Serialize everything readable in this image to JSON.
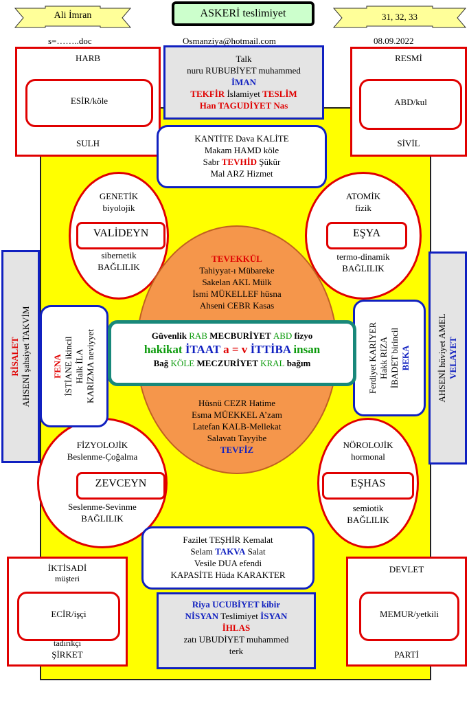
{
  "header": {
    "left_ribbon": "Ali İmran",
    "title": "ASKERİ teslimiyet",
    "right_ribbon": "31, 32, 33",
    "file": "s=……..doc",
    "email": "Osmanziya@hotmail.com",
    "date": "08.09.2022"
  },
  "corners": {
    "top_left": {
      "top": "HARB",
      "inner": "ESİR/köle",
      "bottom": "SULH"
    },
    "top_right": {
      "top": "RESMİ",
      "inner": "ABD/kul",
      "bottom": "SİVİL"
    },
    "bottom_left": {
      "top": "İKTİSADİ",
      "top2": "müşteri",
      "inner": "ECİR/işçi",
      "bottom": "tadırıkçı",
      "bottom2": "ŞİRKET"
    },
    "bottom_right": {
      "top": "DEVLET",
      "inner": "MEMUR/yetkili",
      "bottom": "PARTİ"
    }
  },
  "top_box": {
    "l1": "Talk",
    "l2": "nuru RUBUBİYET muhammed",
    "l3": "İMAN",
    "l4a": "TEKFİR",
    "l4b": " İslamiyet ",
    "l4c": "TESLİM",
    "l5": "Han TAGUDİYET Nas"
  },
  "second_box": {
    "l1": "KANTİTE   Dava KALİTE",
    "l2": "Makam HAMD köle",
    "l3a": "Sabr ",
    "l3b": "TEVHİD",
    "l3c": "  Şükür",
    "l4": "Mal ARZ Hizmet"
  },
  "ellipses": {
    "tl": {
      "l1": "GENETİK",
      "l2": "biyolojik",
      "pill": "VALİDEYN",
      "l3": "sibernetik",
      "l4": "BAĞLILIK"
    },
    "tr": {
      "l1": "ATOMİK",
      "l2": "fizik",
      "pill": "EŞYA",
      "l3": "termo-dinamik",
      "l4": "BAĞLILIK"
    },
    "bl": {
      "l1": "FİZYOLOJİK",
      "l2": "Beslenme-Çoğalma",
      "pill": "ZEVCEYN",
      "l3": "Seslenme-Sevinme",
      "l4": "BAĞLILIK"
    },
    "br": {
      "l1": "NÖROLOJİK",
      "l2": "hormonal",
      "pill": "EŞHAS",
      "l3": "semiotik",
      "l4": "BAĞLILIK"
    }
  },
  "egg": {
    "top": {
      "l1": "TEVEKKÜL",
      "l2": "Tahiyyat-ı Mübareke",
      "l3": "Sakelan AKL Mülk",
      "l4": "İsmi MÜKELLEF hüsna",
      "l5": "Ahseni CEBR Kasas"
    },
    "bottom": {
      "l1": "Hüsnü CEZR Hatime",
      "l2": "Esma MÜEKKEL A’zam",
      "l3": "Latefan KALB-Mellekat",
      "l4": "Salavatı Tayyibe",
      "l5": "TEVFİZ"
    }
  },
  "center": {
    "r1a": "Güvenlik ",
    "r1b": "RAB",
    "r1c": "   MECBURİYET    ",
    "r1d": "ABD",
    "r1e": " fizyo",
    "r2a": "hakikat ",
    "r2b": "İTAAT",
    "r2c": " a = v ",
    "r2d": "İTTİBA",
    "r2e": " insan",
    "r3a": "Bağ ",
    "r3b": "KÖLE",
    "r3c": "   MECZURİYET    ",
    "r3d": "KRAL",
    "r3e": " bağım"
  },
  "fena": {
    "l1": "FENA",
    "l2": "İSTİANE ikincil",
    "l3": "Halk İLA",
    "l4": "KARİZMA neviyyet"
  },
  "beka": {
    "l1": "Ferdiyet KARİYER",
    "l2": "Hakk RIZA",
    "l3": "İBADET birincil",
    "l4": "BEKA"
  },
  "risalet": {
    "l1": "RİSALET",
    "l2": "AHSENİ şahsiyet TAKVİM"
  },
  "velayet": {
    "l1": "AHSENİ hüviyet  AMEL",
    "l2": "VELAYET"
  },
  "lower_round": {
    "l1": "Fazilet TEŞHİR Kemalat",
    "l2a": "Selam ",
    "l2b": "TAKVA",
    "l2c": "  Salat",
    "l3": "Vesile DUA efendi",
    "l4": "KAPASİTE Hüda KARAKTER"
  },
  "bottom_box": {
    "l1a": "Riya ",
    "l1b": "UCUBİYET kibir",
    "l2a": "NİSYAN",
    "l2b": "  Teslimiyet ",
    "l2c": "İSYAN",
    "l3": "İHLAS",
    "l4": "zatı UBUDİYET muhammed",
    "l5": "terk"
  }
}
